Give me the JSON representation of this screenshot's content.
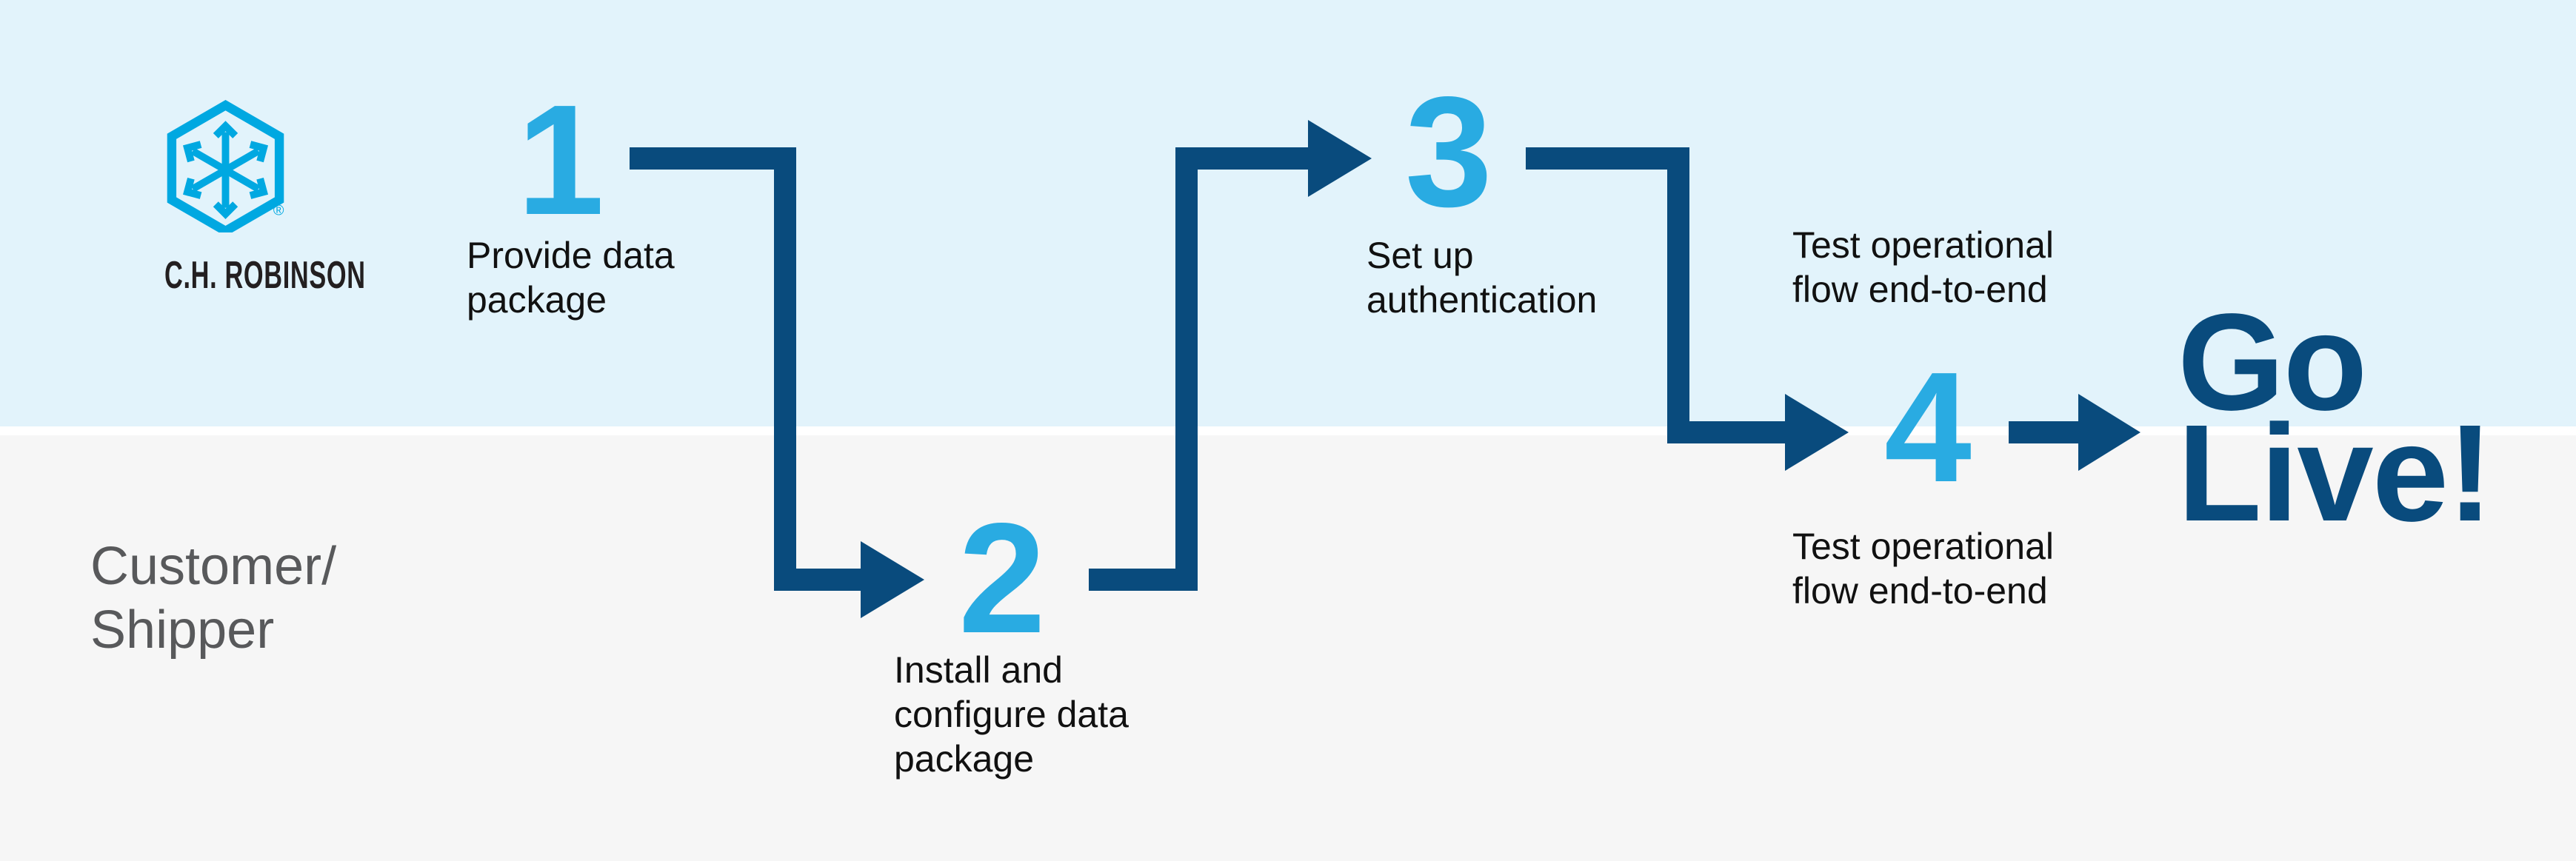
{
  "brand": {
    "logo_text": "C.H. ROBINSON",
    "registered_mark": "®",
    "logo_icon": "hexagon-cube-arrows-logo"
  },
  "lanes": {
    "top": {
      "background": "#e2f3fb",
      "owner": "C.H. Robinson"
    },
    "bottom_label": "Customer/\nShipper",
    "bottom": {
      "background": "#f6f6f6"
    }
  },
  "steps": [
    {
      "number": "1",
      "label": "Provide data\npackage",
      "lane": "top"
    },
    {
      "number": "2",
      "label": "Install and\nconfigure data\npackage",
      "lane": "bottom"
    },
    {
      "number": "3",
      "label": "Set up\nauthentication",
      "lane": "top"
    },
    {
      "number": "4",
      "label_above": "Test operational\nflow end-to-end",
      "label_below": "Test operational\nflow end-to-end",
      "lane": "middle"
    }
  ],
  "outcome": {
    "text": "Go\nLive!"
  },
  "colors": {
    "arrow_navy": "#094b7d",
    "step_number_cyan": "#29abe2",
    "logo_cyan": "#00a8e1",
    "band_light_blue": "#e2f3fb",
    "band_light_gray": "#f6f6f6",
    "divider_white": "#ffffff",
    "step_text_black": "#111111",
    "lane_label_gray": "#58595b",
    "brand_text_black": "#231f20"
  }
}
